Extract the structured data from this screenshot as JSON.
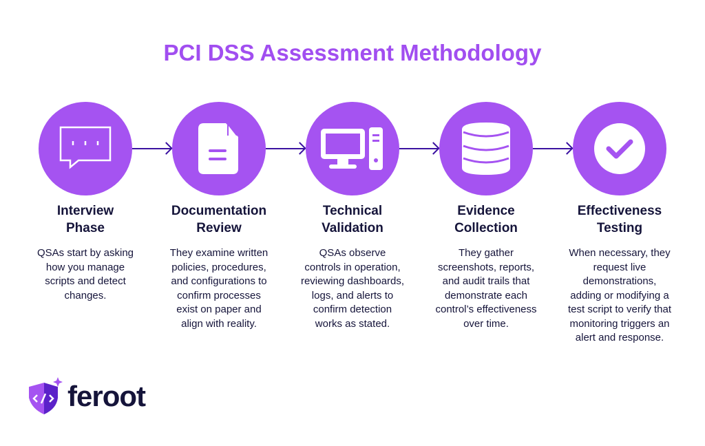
{
  "title": "PCI DSS Assessment Methodology",
  "steps": [
    {
      "icon": "chat-bubble-icon",
      "heading1": "Interview",
      "heading2": "Phase",
      "description": "QSAs start by asking how you manage scripts and detect changes."
    },
    {
      "icon": "document-icon",
      "heading1": "Documentation",
      "heading2": "Review",
      "description": "They examine written policies, procedures, and configurations to confirm processes exist on paper and align with reality."
    },
    {
      "icon": "computer-icon",
      "heading1": "Technical",
      "heading2": "Validation",
      "description": "QSAs observe controls in operation, reviewing dashboards, logs, and alerts to confirm detection works as stated."
    },
    {
      "icon": "database-icon",
      "heading1": "Evidence",
      "heading2": "Collection",
      "description": "They gather screenshots, reports, and audit trails that demonstrate each control’s effectiveness over time."
    },
    {
      "icon": "checkmark-icon",
      "heading1": "Effectiveness",
      "heading2": "Testing",
      "description": "When necessary, they request live demonstrations, adding or modifying a test script to verify that monitoring triggers an alert and response."
    }
  ],
  "logo": {
    "text": "feroot"
  },
  "colors": {
    "accent": "#a553f1",
    "arrow": "#3a12a0",
    "text": "#15143a"
  }
}
